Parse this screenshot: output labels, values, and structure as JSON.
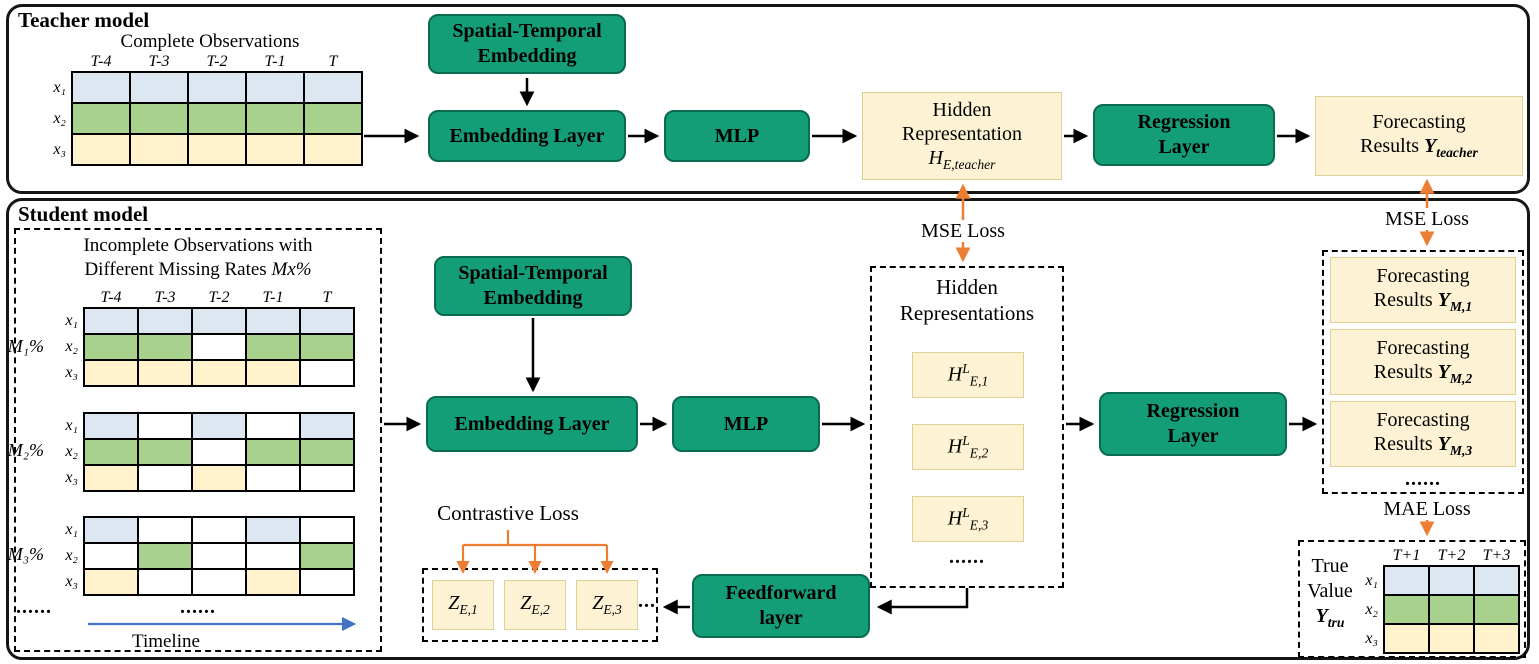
{
  "colors": {
    "green": "#149E78",
    "green_border": "#0A6B50",
    "yellow": "#FDF3D4",
    "yellow_border": "#DFD194",
    "row_blue": "#DDE7F2",
    "row_green": "#A9D18E",
    "row_yellow": "#FFF2CC",
    "orange": "#ED7D31",
    "timeline_blue": "#4472C4"
  },
  "teacher": {
    "title": "Teacher model",
    "observations_label": "Complete Observations",
    "table": {
      "headers": [
        "T-4",
        "T-3",
        "T-2",
        "T-1",
        "T"
      ],
      "rows": [
        {
          "label": "x₁",
          "color": "#DDE7F2",
          "cells": [
            1,
            1,
            1,
            1,
            1
          ]
        },
        {
          "label": "x₂",
          "color": "#A9D18E",
          "cells": [
            1,
            1,
            1,
            1,
            1
          ]
        },
        {
          "label": "x₃",
          "color": "#FFF2CC",
          "cells": [
            1,
            1,
            1,
            1,
            1
          ]
        }
      ]
    },
    "spatial_temporal_embedding": "Spatial-Temporal Embedding",
    "embedding_layer": "Embedding Layer",
    "mlp": "MLP",
    "hidden": {
      "line1": "Hidden",
      "line2": "Representation",
      "base": "H",
      "sub": "E,teacher"
    },
    "regression_layer": "Regression Layer",
    "forecasting": {
      "line1": "Forecasting",
      "line2": "Results",
      "base": "Y",
      "sub": "teacher"
    }
  },
  "student": {
    "title": "Student model",
    "incomplete_line1": "Incomplete Observations with",
    "incomplete_line2": "Different Missing Rates",
    "incomplete_math": "Mx%",
    "missing_rate_labels": [
      "M₁%",
      "M₂%",
      "M₃%"
    ],
    "table1": {
      "headers": [
        "T-4",
        "T-3",
        "T-2",
        "T-1",
        "T"
      ],
      "rows": [
        {
          "label": "x₁",
          "color": "#DDE7F2",
          "cells": [
            1,
            1,
            1,
            1,
            1
          ]
        },
        {
          "label": "x₂",
          "color": "#A9D18E",
          "cells": [
            1,
            1,
            0,
            1,
            1
          ]
        },
        {
          "label": "x₃",
          "color": "#FFF2CC",
          "cells": [
            1,
            1,
            1,
            1,
            0
          ]
        }
      ]
    },
    "table2": {
      "rows": [
        {
          "label": "x₁",
          "color": "#DDE7F2",
          "cells": [
            1,
            0,
            1,
            0,
            1
          ]
        },
        {
          "label": "x₂",
          "color": "#A9D18E",
          "cells": [
            1,
            1,
            0,
            1,
            1
          ]
        },
        {
          "label": "x₃",
          "color": "#FFF2CC",
          "cells": [
            1,
            0,
            1,
            0,
            0
          ]
        }
      ]
    },
    "table3": {
      "rows": [
        {
          "label": "x₁",
          "color": "#DDE7F2",
          "cells": [
            1,
            0,
            0,
            1,
            0
          ]
        },
        {
          "label": "x₂",
          "color": "#A9D18E",
          "cells": [
            0,
            1,
            0,
            0,
            1
          ]
        },
        {
          "label": "x₃",
          "color": "#FFF2CC",
          "cells": [
            1,
            0,
            0,
            1,
            0
          ]
        }
      ]
    },
    "dots": "......",
    "timeline_label": "Timeline",
    "spatial_temporal_embedding": "Spatial-Temporal Embedding",
    "embedding_layer": "Embedding Layer",
    "mlp": "MLP",
    "hidden_title_line1": "Hidden",
    "hidden_title_line2": "Representations",
    "hidden_boxes": [
      {
        "base": "H",
        "sup": "L",
        "sub": "E,1"
      },
      {
        "base": "H",
        "sup": "L",
        "sub": "E,2"
      },
      {
        "base": "H",
        "sup": "L",
        "sub": "E,3"
      }
    ],
    "hidden_dots": "......",
    "regression_layer": "Regression Layer",
    "forecast_boxes": [
      {
        "line1": "Forecasting",
        "line2": "Results",
        "base": "Y",
        "sub": "M,1"
      },
      {
        "line1": "Forecasting",
        "line2": "Results",
        "base": "Y",
        "sub": "M,2"
      },
      {
        "line1": "Forecasting",
        "line2": "Results",
        "base": "Y",
        "sub": "M,3"
      }
    ],
    "forecast_dots": "......",
    "feedforward_line1": "Feedforward",
    "feedforward_line2": "layer",
    "contrastive_loss": "Contrastive Loss",
    "z_boxes": [
      {
        "base": "Z",
        "sub": "E,1"
      },
      {
        "base": "Z",
        "sub": "E,2"
      },
      {
        "base": "Z",
        "sub": "E,3"
      }
    ],
    "z_dots": "...",
    "mse_loss_left": "MSE Loss",
    "mse_loss_right": "MSE Loss",
    "mae_loss": "MAE Loss",
    "true_value": {
      "line1": "True",
      "line2": "Value",
      "base": "Y",
      "sub": "tru",
      "table": {
        "headers": [
          "T+1",
          "T+2",
          "T+3"
        ],
        "rows": [
          {
            "label": "x₁",
            "color": "#DDE7F2",
            "cells": [
              1,
              1,
              1
            ]
          },
          {
            "label": "x₂",
            "color": "#A9D18E",
            "cells": [
              1,
              1,
              1
            ]
          },
          {
            "label": "x₃",
            "color": "#FFF2CC",
            "cells": [
              1,
              1,
              1
            ]
          }
        ]
      }
    }
  }
}
